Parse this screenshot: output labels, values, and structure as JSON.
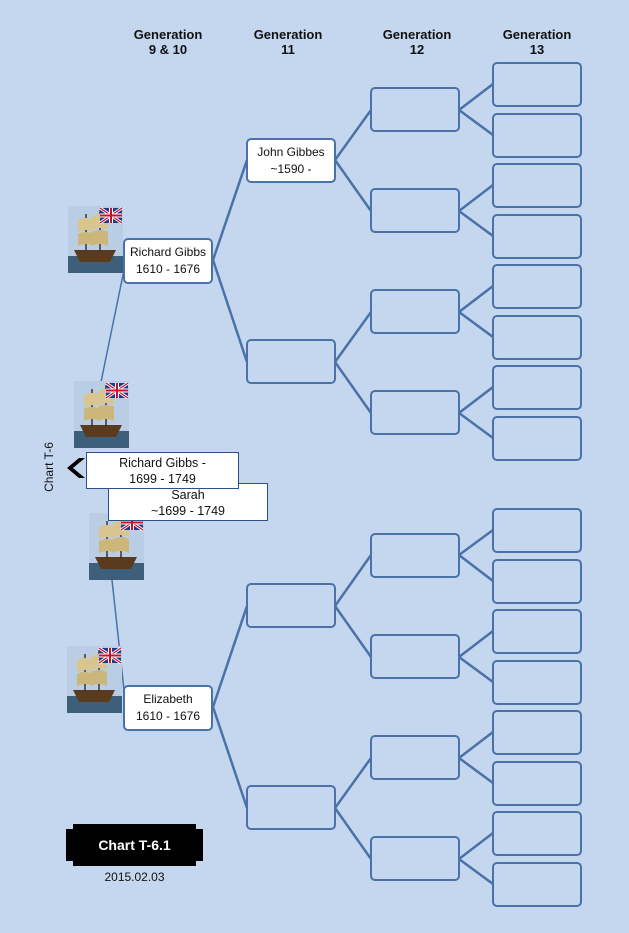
{
  "headers": [
    {
      "line1": "Generation",
      "line2": "9 & 10"
    },
    {
      "line1": "Generation",
      "line2": "11"
    },
    {
      "line1": "Generation",
      "line2": "12"
    },
    {
      "line1": "Generation",
      "line2": "13"
    }
  ],
  "people": {
    "john": {
      "name": "John Gibbes",
      "dates": "~1590 -"
    },
    "richard": {
      "name": "Richard Gibbs",
      "dates": "1610 - 1676"
    },
    "elizabeth": {
      "name": "Elizabeth",
      "dates": "1610 - 1676"
    },
    "root": {
      "name": "Richard  Gibbs  -",
      "dates": "1699  - 1749"
    },
    "spouse": {
      "name": "Sarah",
      "dates": "~1699  - 1749"
    }
  },
  "chart_side_label": "Chart  T-6",
  "badge": "Chart T-6.1",
  "date": "2015.02.03",
  "colors": {
    "background": "#c5d7ef",
    "line": "#4a72a8",
    "badge": "#000000"
  },
  "icons": [
    "ship-flag-icon",
    "back-arrow-icon"
  ]
}
